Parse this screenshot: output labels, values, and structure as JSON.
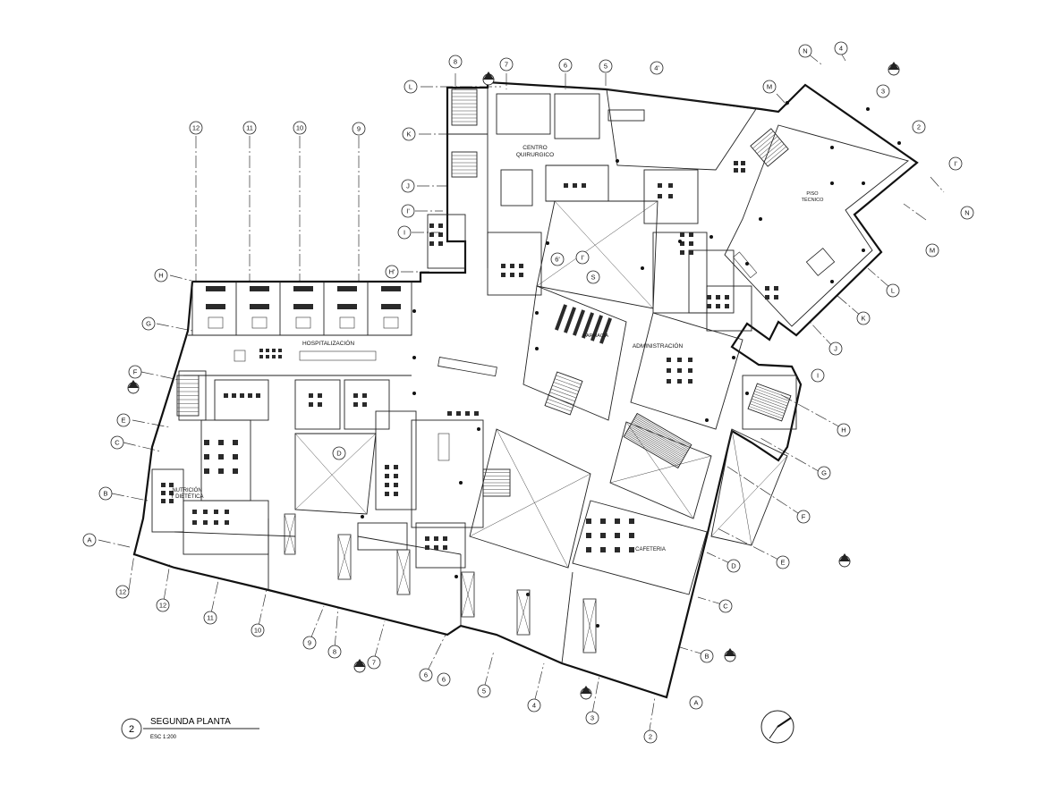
{
  "drawing": {
    "title": "SEGUNDA PLANTA",
    "scale": "ESC 1:200",
    "number": "2"
  },
  "zones": {
    "centro_quirurgico": "CENTRO\nQUIRURGICO",
    "hospitalizacion": "HOSPITALIZACIÓN",
    "administracion": "ADMINISTRACIÓN",
    "nutricion": "NUTRICIÓN\nY DIETÉTICA",
    "cafeteria": "CAFETERIA",
    "piso_tecnico": "PISO\nTÉCNICO",
    "farmacia": "FARMACIA"
  },
  "grid_bubbles": {
    "top_numbers": [
      "12",
      "11",
      "10",
      "9",
      "8",
      "7",
      "6",
      "5",
      "4'",
      "N",
      "4",
      "3",
      "2"
    ],
    "left_letters": [
      "L",
      "K",
      "J",
      "I'",
      "I",
      "H'",
      "H",
      "G",
      "F",
      "E",
      "C",
      "B",
      "A"
    ],
    "bottom_numbers": [
      "12",
      "12",
      "11",
      "10",
      "9",
      "8",
      "7",
      "6",
      "6",
      "5",
      "4",
      "3",
      "2"
    ],
    "right_letters": [
      "M",
      "I'",
      "N",
      "M",
      "L",
      "K",
      "J",
      "I",
      "H",
      "G",
      "F",
      "E",
      "D",
      "C",
      "B",
      "A"
    ],
    "inner_labels": [
      "D",
      "6'",
      "I'",
      "S"
    ]
  },
  "icons": {
    "section_marker": "section-cut-icon",
    "north_arrow": "north-arrow-icon"
  }
}
